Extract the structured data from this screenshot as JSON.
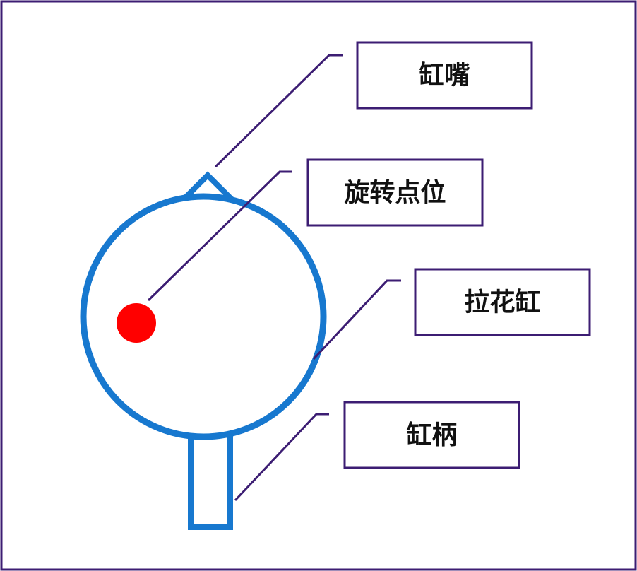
{
  "colors": {
    "frame": "#3c1d73",
    "pitcher": "#1778cf",
    "pivot": "#ff0000",
    "leader": "#3c1d73",
    "box_border": "#3c1d73",
    "background": "#ffffff"
  },
  "labels": {
    "spout": "缸嘴",
    "pivot_point": "旋转点位",
    "pitcher_body": "拉花缸",
    "handle": "缸柄"
  }
}
